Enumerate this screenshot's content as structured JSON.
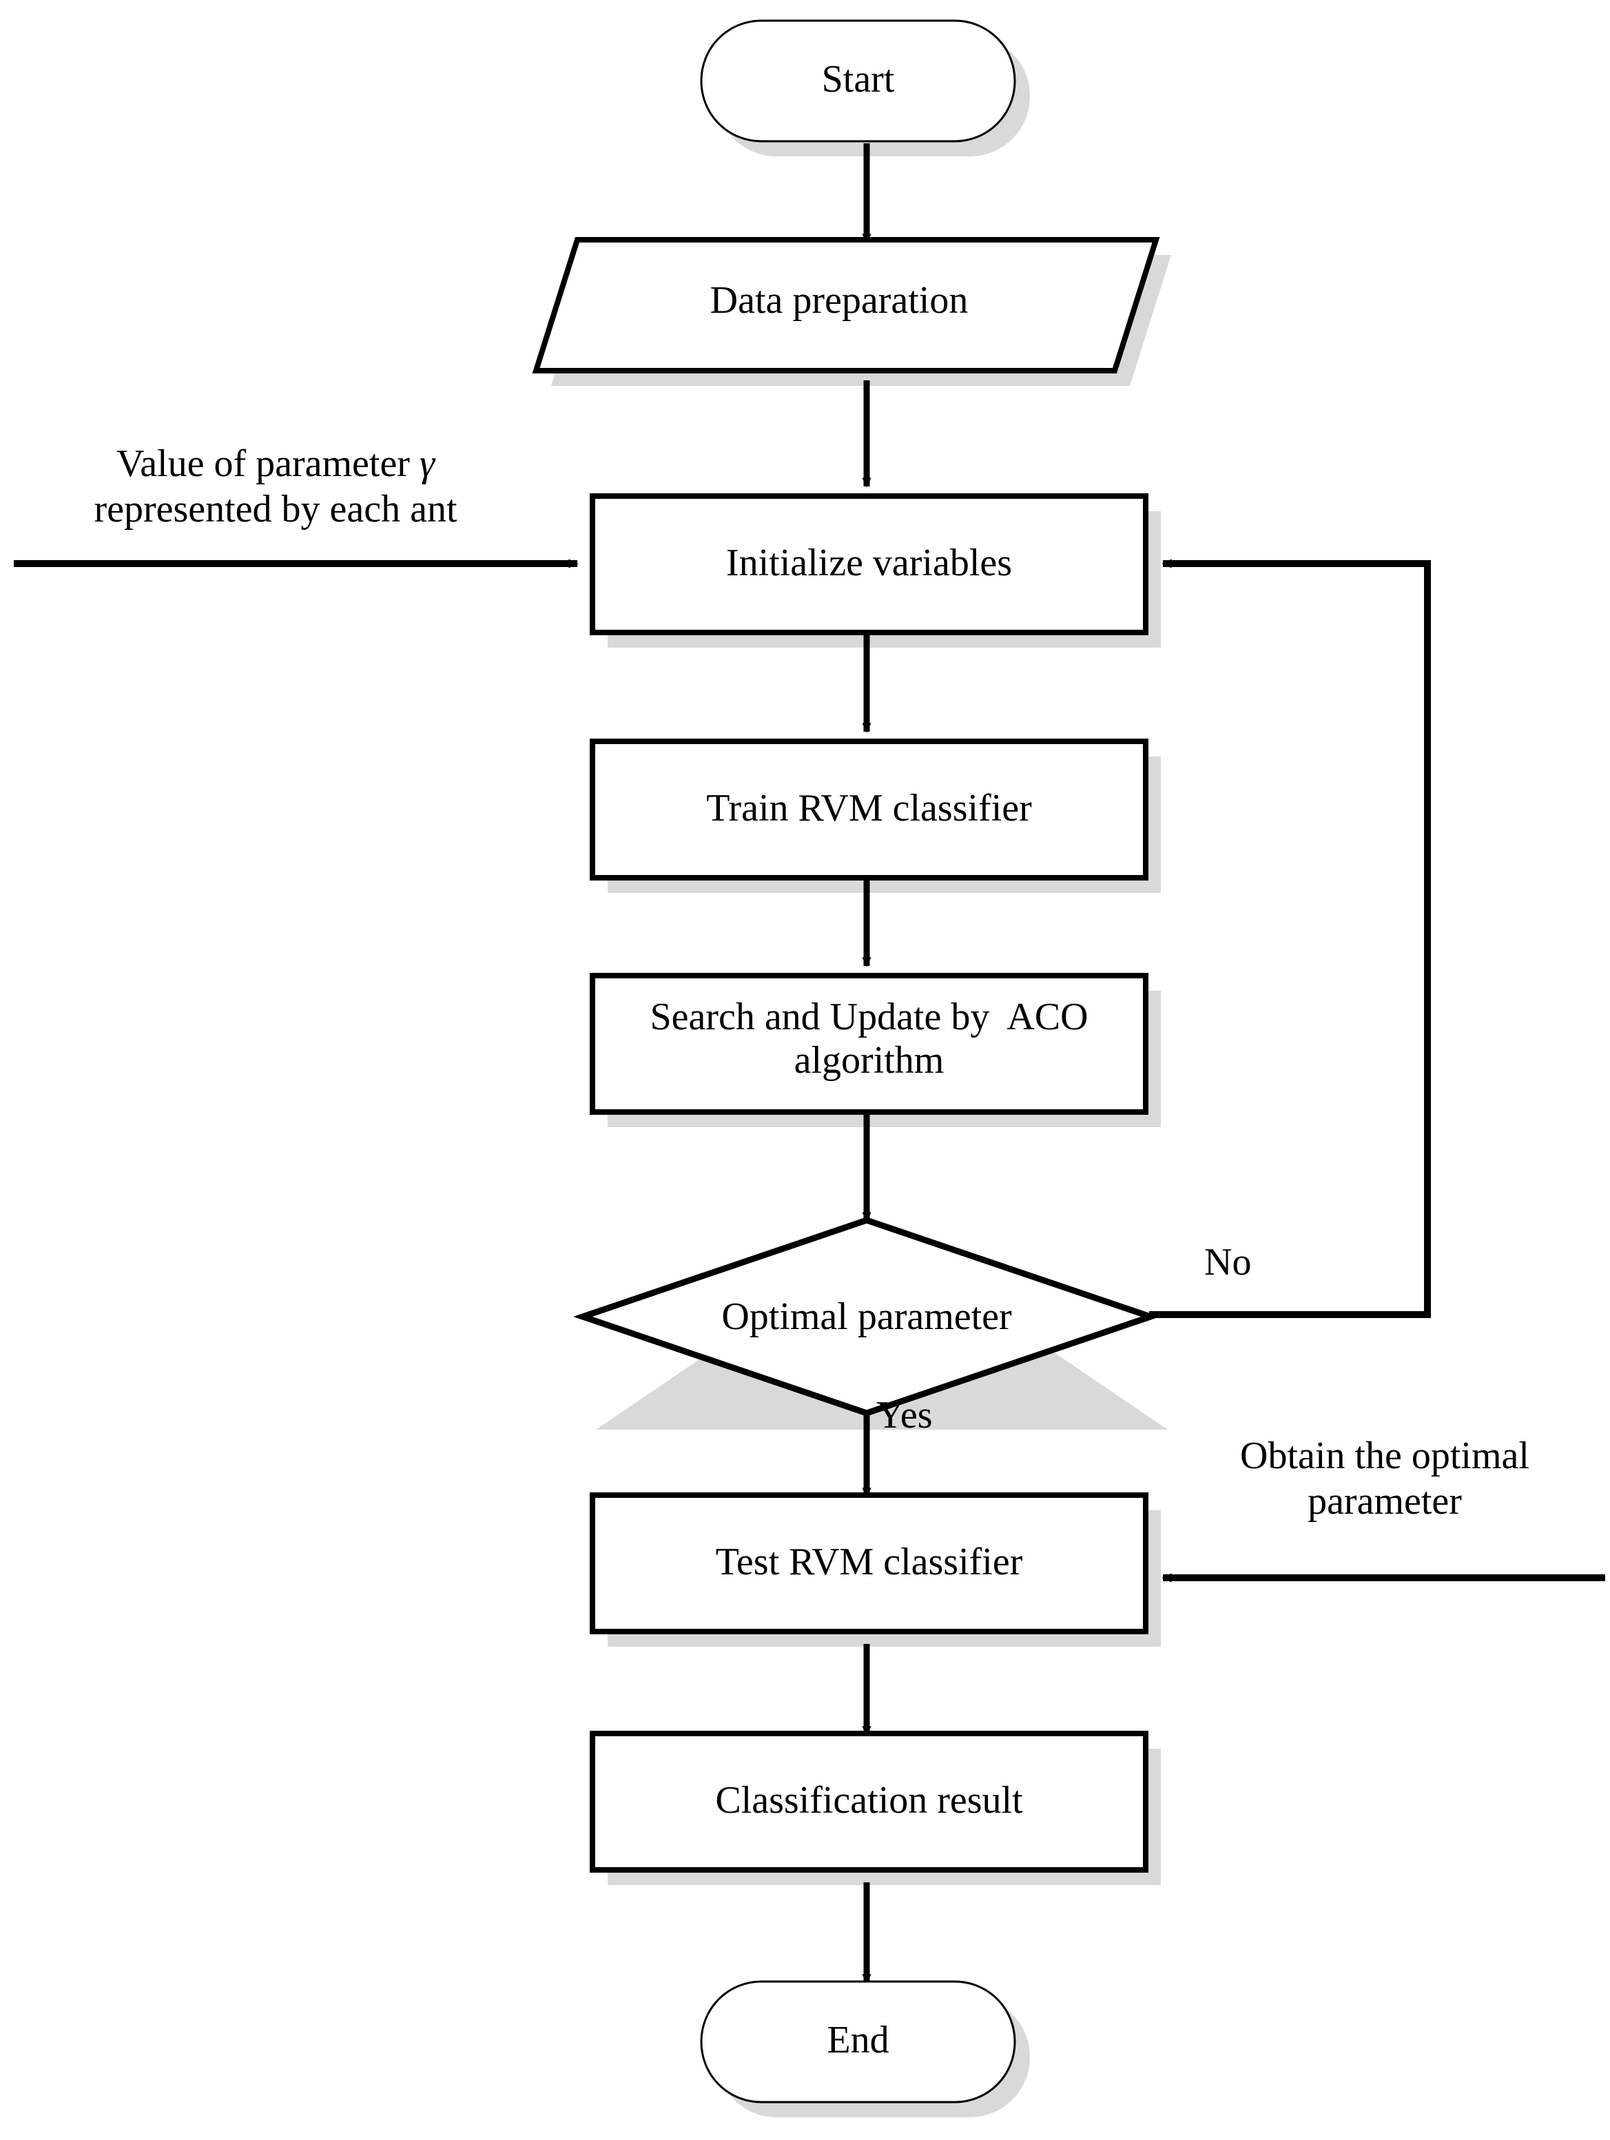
{
  "diagram": {
    "type": "flowchart",
    "title": "ACO-RVM classification flowchart",
    "colors": {
      "stroke": "#000000",
      "fill": "#ffffff",
      "shadow": "#d9d9d9",
      "text": "#000000"
    },
    "nodes": [
      {
        "id": "start",
        "shape": "terminator",
        "label": "Start"
      },
      {
        "id": "data-prep",
        "shape": "parallelogram",
        "label": "Data preparation"
      },
      {
        "id": "init",
        "shape": "process",
        "label": "Initialize variables"
      },
      {
        "id": "train",
        "shape": "process",
        "label": "Train RVM classifier"
      },
      {
        "id": "aco",
        "shape": "process",
        "label_line1": "Search and Update by  ACO",
        "label_line2": "algorithm"
      },
      {
        "id": "decision",
        "shape": "decision",
        "label": "Optimal parameter"
      },
      {
        "id": "test",
        "shape": "process",
        "label": "Test RVM classifier"
      },
      {
        "id": "result",
        "shape": "process",
        "label": "Classification result"
      },
      {
        "id": "end",
        "shape": "terminator",
        "label": "End"
      }
    ],
    "edge_labels": {
      "no": "No",
      "yes": "Yes"
    },
    "annotations": {
      "left": {
        "line1_prefix": "Value of parameter ",
        "line1_symbol": "γ",
        "line2": "represented by each ant"
      },
      "right": {
        "line1": "Obtain the optimal",
        "line2": "parameter"
      }
    }
  }
}
